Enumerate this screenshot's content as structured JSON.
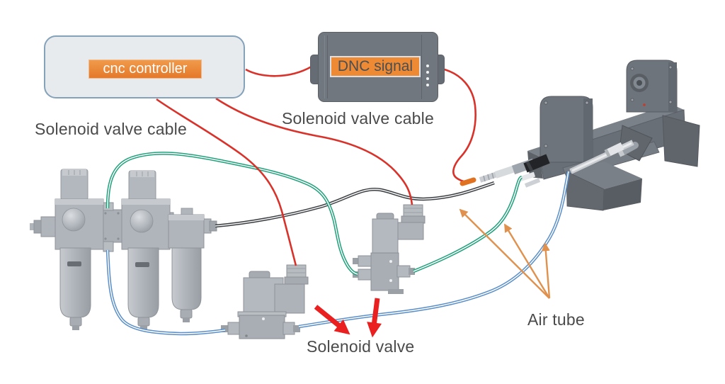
{
  "labels": {
    "cnc_controller": "cnc controller",
    "dnc_signal": "DNC signal",
    "solenoid_valve_cable_left": "Solenoid valve cable",
    "solenoid_valve_cable_mid": "Solenoid valve cable",
    "solenoid_valve": "Solenoid valve",
    "air_tube": "Air tube"
  },
  "colors": {
    "highlight_orange": "#ed8a33",
    "cable_red": "#d9322a",
    "tube_green": "#22a17c",
    "tube_blue": "#5b8fc9",
    "cable_black": "#3d4043",
    "arrow_orange": "#e0914d",
    "arrow_red": "#ea1f1f",
    "controller_box_fill": "#e8ebee",
    "controller_box_border": "#85a2bb",
    "dnc_box_fill": "#71777e",
    "machine_gray": "#6e747b",
    "pneumatic_gray": "#b3b8be",
    "background": "#ffffff"
  }
}
